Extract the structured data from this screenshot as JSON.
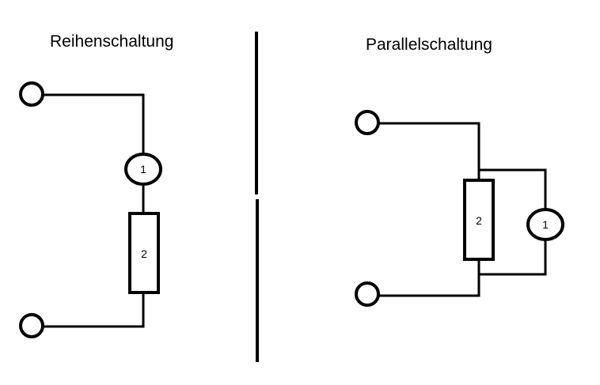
{
  "series_circuit": {
    "title": "Reihenschaltung",
    "lamp_label": "1",
    "resistor_label": "2"
  },
  "parallel_circuit": {
    "title": "Parallelschaltung",
    "lamp_label": "1",
    "resistor_label": "2"
  },
  "colors": {
    "line": "#000000",
    "background": "#ffffff"
  }
}
